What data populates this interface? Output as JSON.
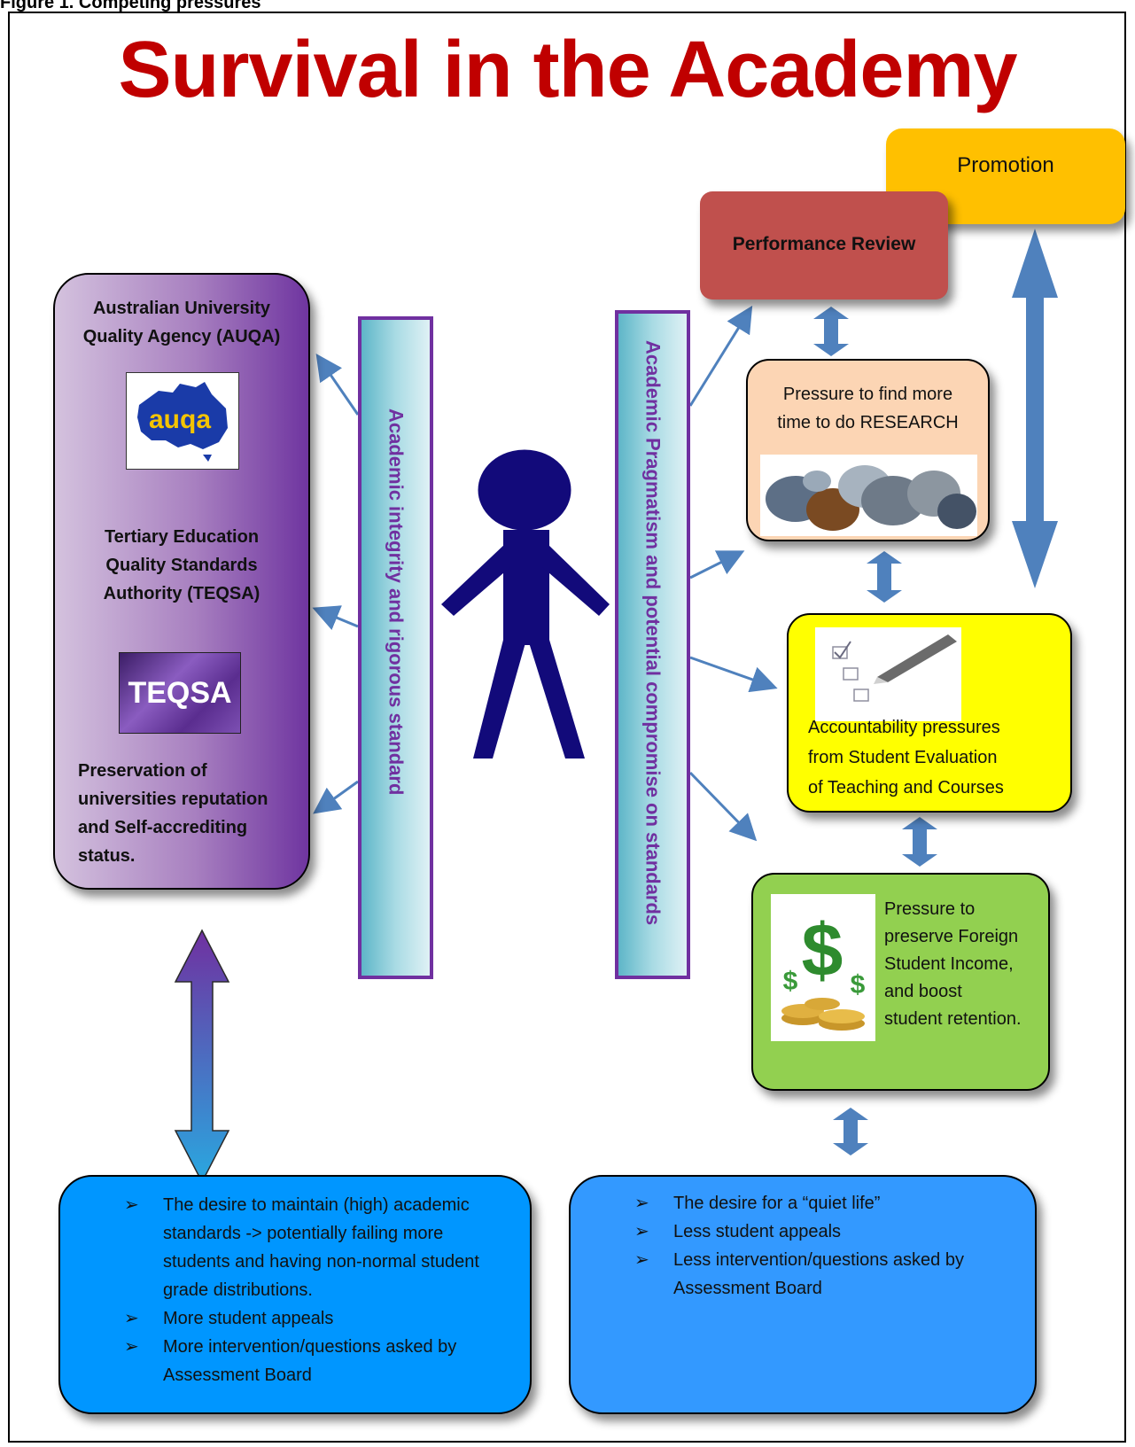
{
  "caption": "Figure 1. Competing pressures",
  "title": "Survival in the Academy",
  "promotion": {
    "label": "Promotion"
  },
  "performance_review": {
    "label": "Performance Review"
  },
  "left_panel": {
    "auqa_title_line1": "Australian University",
    "auqa_title_line2": "Quality Agency (AUQA)",
    "auqa_logo_text": "auqa",
    "teqsa_title_line1": "Tertiary Education",
    "teqsa_title_line2": "Quality Standards",
    "teqsa_title_line3": "Authority (TEQSA)",
    "teqsa_logo_text": "TEQSA",
    "preservation_line1": "Preservation of",
    "preservation_line2": "universities reputation",
    "preservation_line3": "and Self-accrediting",
    "preservation_line4": "status."
  },
  "bar_left": {
    "text": "Academic integrity and rigorous standard"
  },
  "bar_right": {
    "text": "Academic Pragmatism and potential compromise on standards"
  },
  "research": {
    "line1": "Pressure to find more",
    "line2": "time to do RESEARCH"
  },
  "accountability": {
    "line1": "Accountability pressures",
    "line2": "from Student Evaluation",
    "line3": "of Teaching and Courses"
  },
  "income": {
    "line1": "Pressure to",
    "line2": "preserve Foreign",
    "line3": "Student Income,",
    "line4": "and boost",
    "line5": "student retention."
  },
  "bottom_left": {
    "bullet": "➢",
    "items": [
      "The desire to maintain (high) academic standards -> potentially failing more students and having non-normal student grade distributions.",
      "More student appeals",
      "More intervention/questions asked  by Assessment Board"
    ]
  },
  "bottom_right": {
    "bullet": "➢",
    "items": [
      "The desire for a “quiet life”",
      "Less student appeals",
      "Less intervention/questions asked by Assessment Board"
    ]
  },
  "colors": {
    "title": "#c00000",
    "promotion": "#ffc000",
    "performance_review": "#c0504d",
    "research": "#fcd5b4",
    "accountability": "#ffff00",
    "income": "#92d050",
    "bottom_left": "#0096ff",
    "bottom_right": "#3399ff",
    "bar_border": "#7030a0",
    "figure": "#120a7a",
    "arrow": "#4f81bd"
  }
}
